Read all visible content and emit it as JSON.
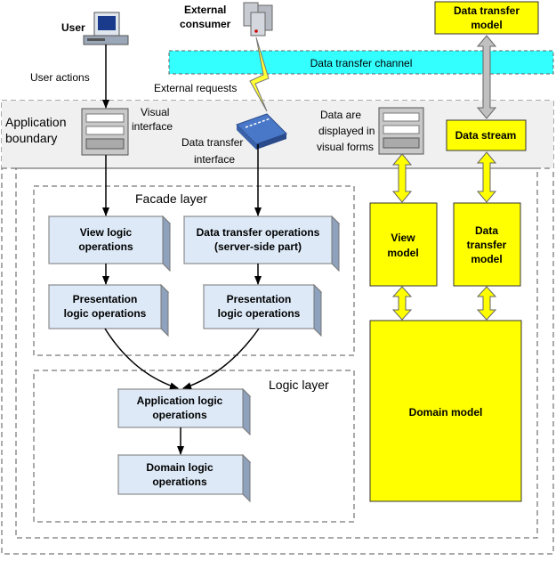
{
  "actors": {
    "user": "User",
    "external_consumer_line1": "External",
    "external_consumer_line2": "consumer"
  },
  "edge_labels": {
    "user_actions": "User actions",
    "external_requests": "External requests"
  },
  "channel": {
    "label": "Data transfer channel"
  },
  "boundary": {
    "line1": "Application",
    "line2": "boundary",
    "visual_interface_line1": "Visual",
    "visual_interface_line2": "interface",
    "data_transfer_interface_line1": "Data transfer",
    "data_transfer_interface_line2": "interface",
    "displayed_line1": "Data are",
    "displayed_line2": "displayed in",
    "displayed_line3": "visual forms"
  },
  "layers": {
    "facade": "Facade layer",
    "logic": "Logic layer"
  },
  "operations": {
    "view_logic_line1": "View logic",
    "view_logic_line2": "operations",
    "data_transfer_ops_line1": "Data transfer operations",
    "data_transfer_ops_line2": "(server-side part)",
    "presentation_left_line1": "Presentation",
    "presentation_left_line2": "logic operations",
    "presentation_right_line1": "Presentation",
    "presentation_right_line2": "logic operations",
    "application_logic_line1": "Application logic",
    "application_logic_line2": "operations",
    "domain_logic_line1": "Domain logic",
    "domain_logic_line2": "operations"
  },
  "models": {
    "external_dtm_line1": "Data transfer",
    "external_dtm_line2": "model",
    "data_stream": "Data stream",
    "view_model_line1": "View",
    "view_model_line2": "model",
    "dtm_line1": "Data",
    "dtm_line2": "transfer",
    "dtm_line3": "model",
    "domain_model": "Domain model"
  },
  "colors": {
    "model_fill": "#ffff00",
    "channel_fill": "#33ffff",
    "op_face": "#dde9f7",
    "op_side": "#8ea2bd",
    "op_top": "#c4d3e6",
    "band_fill": "#f0f0f0"
  }
}
